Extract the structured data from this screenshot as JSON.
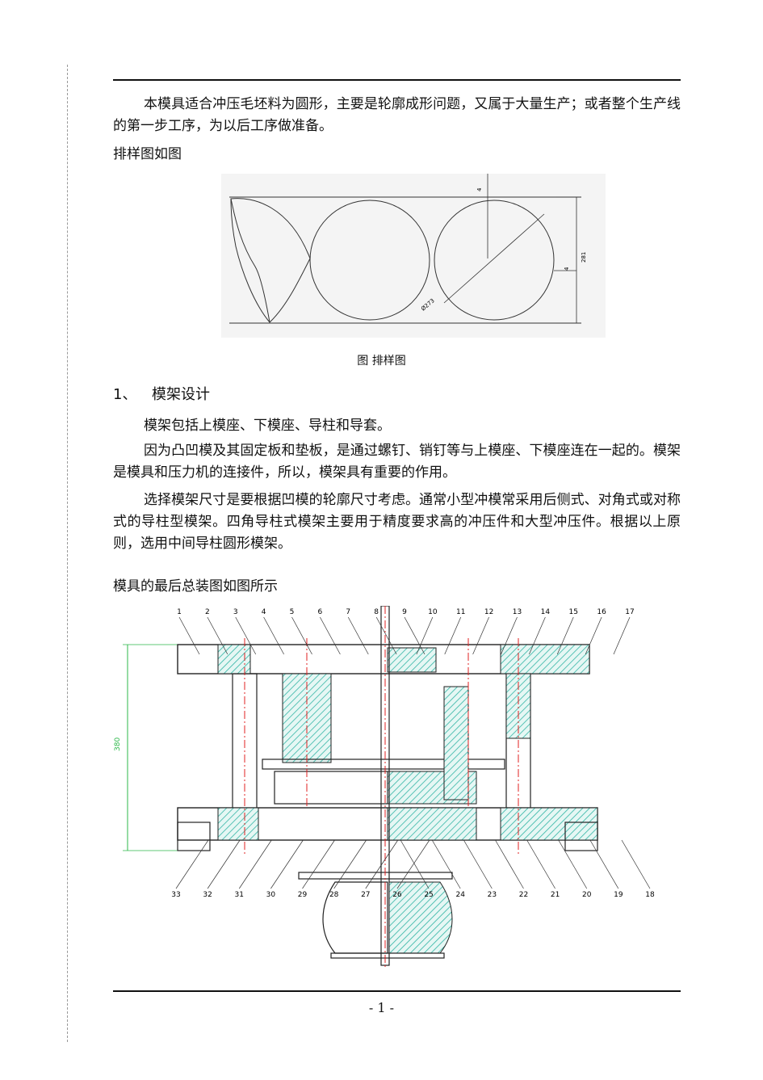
{
  "page": {
    "paragraph_intro": "本模具适合冲压毛坯料为圆形，主要是轮廓成形问题，又属于大量生产；或者整个生产线的第一步工序，为以后工序做准备。",
    "layout_intro": "排样图如图",
    "figure_caption": "图  排样图",
    "section_number": "1、",
    "section_title": "模架设计",
    "para_frame_1": "模架包括上模座、下模座、导柱和导套。",
    "para_frame_2": "因为凸凹模及其固定板和垫板，是通过螺钉、销钉等与上模座、下模座连在一起的。模架是模具和压力机的连接件，所以，模架具有重要的作用。",
    "para_frame_3": "选择模架尺寸是要根据凹模的轮廓尺寸考虑。通常小型冲模常采用后侧式、对角式或对称式的导柱型模架。四角导柱式模架主要用于精度要求高的冲压件和大型冲压件。根据以上原则，选用中间导柱圆形模架。",
    "assembly_intro": "模具的最后总装图如图所示",
    "page_number": "- 1 -"
  },
  "layout_figure": {
    "dim_top": "4",
    "dim_side": "4",
    "dim_height": "281",
    "dim_diameter": "Ø273"
  },
  "assembly_figure": {
    "overall_height": "380",
    "callouts_top": [
      "1",
      "2",
      "3",
      "4",
      "5",
      "6",
      "7",
      "8",
      "9",
      "10",
      "11",
      "12",
      "13",
      "14",
      "15",
      "16",
      "17"
    ],
    "callouts_bottom": [
      "33",
      "32",
      "31",
      "30",
      "29",
      "28",
      "27",
      "26",
      "25",
      "24",
      "23",
      "22",
      "21",
      "20",
      "19",
      "18"
    ]
  },
  "colors": {
    "hatch": "#33b5a5",
    "centerline": "#e02020",
    "dimension": "#2db84a"
  }
}
